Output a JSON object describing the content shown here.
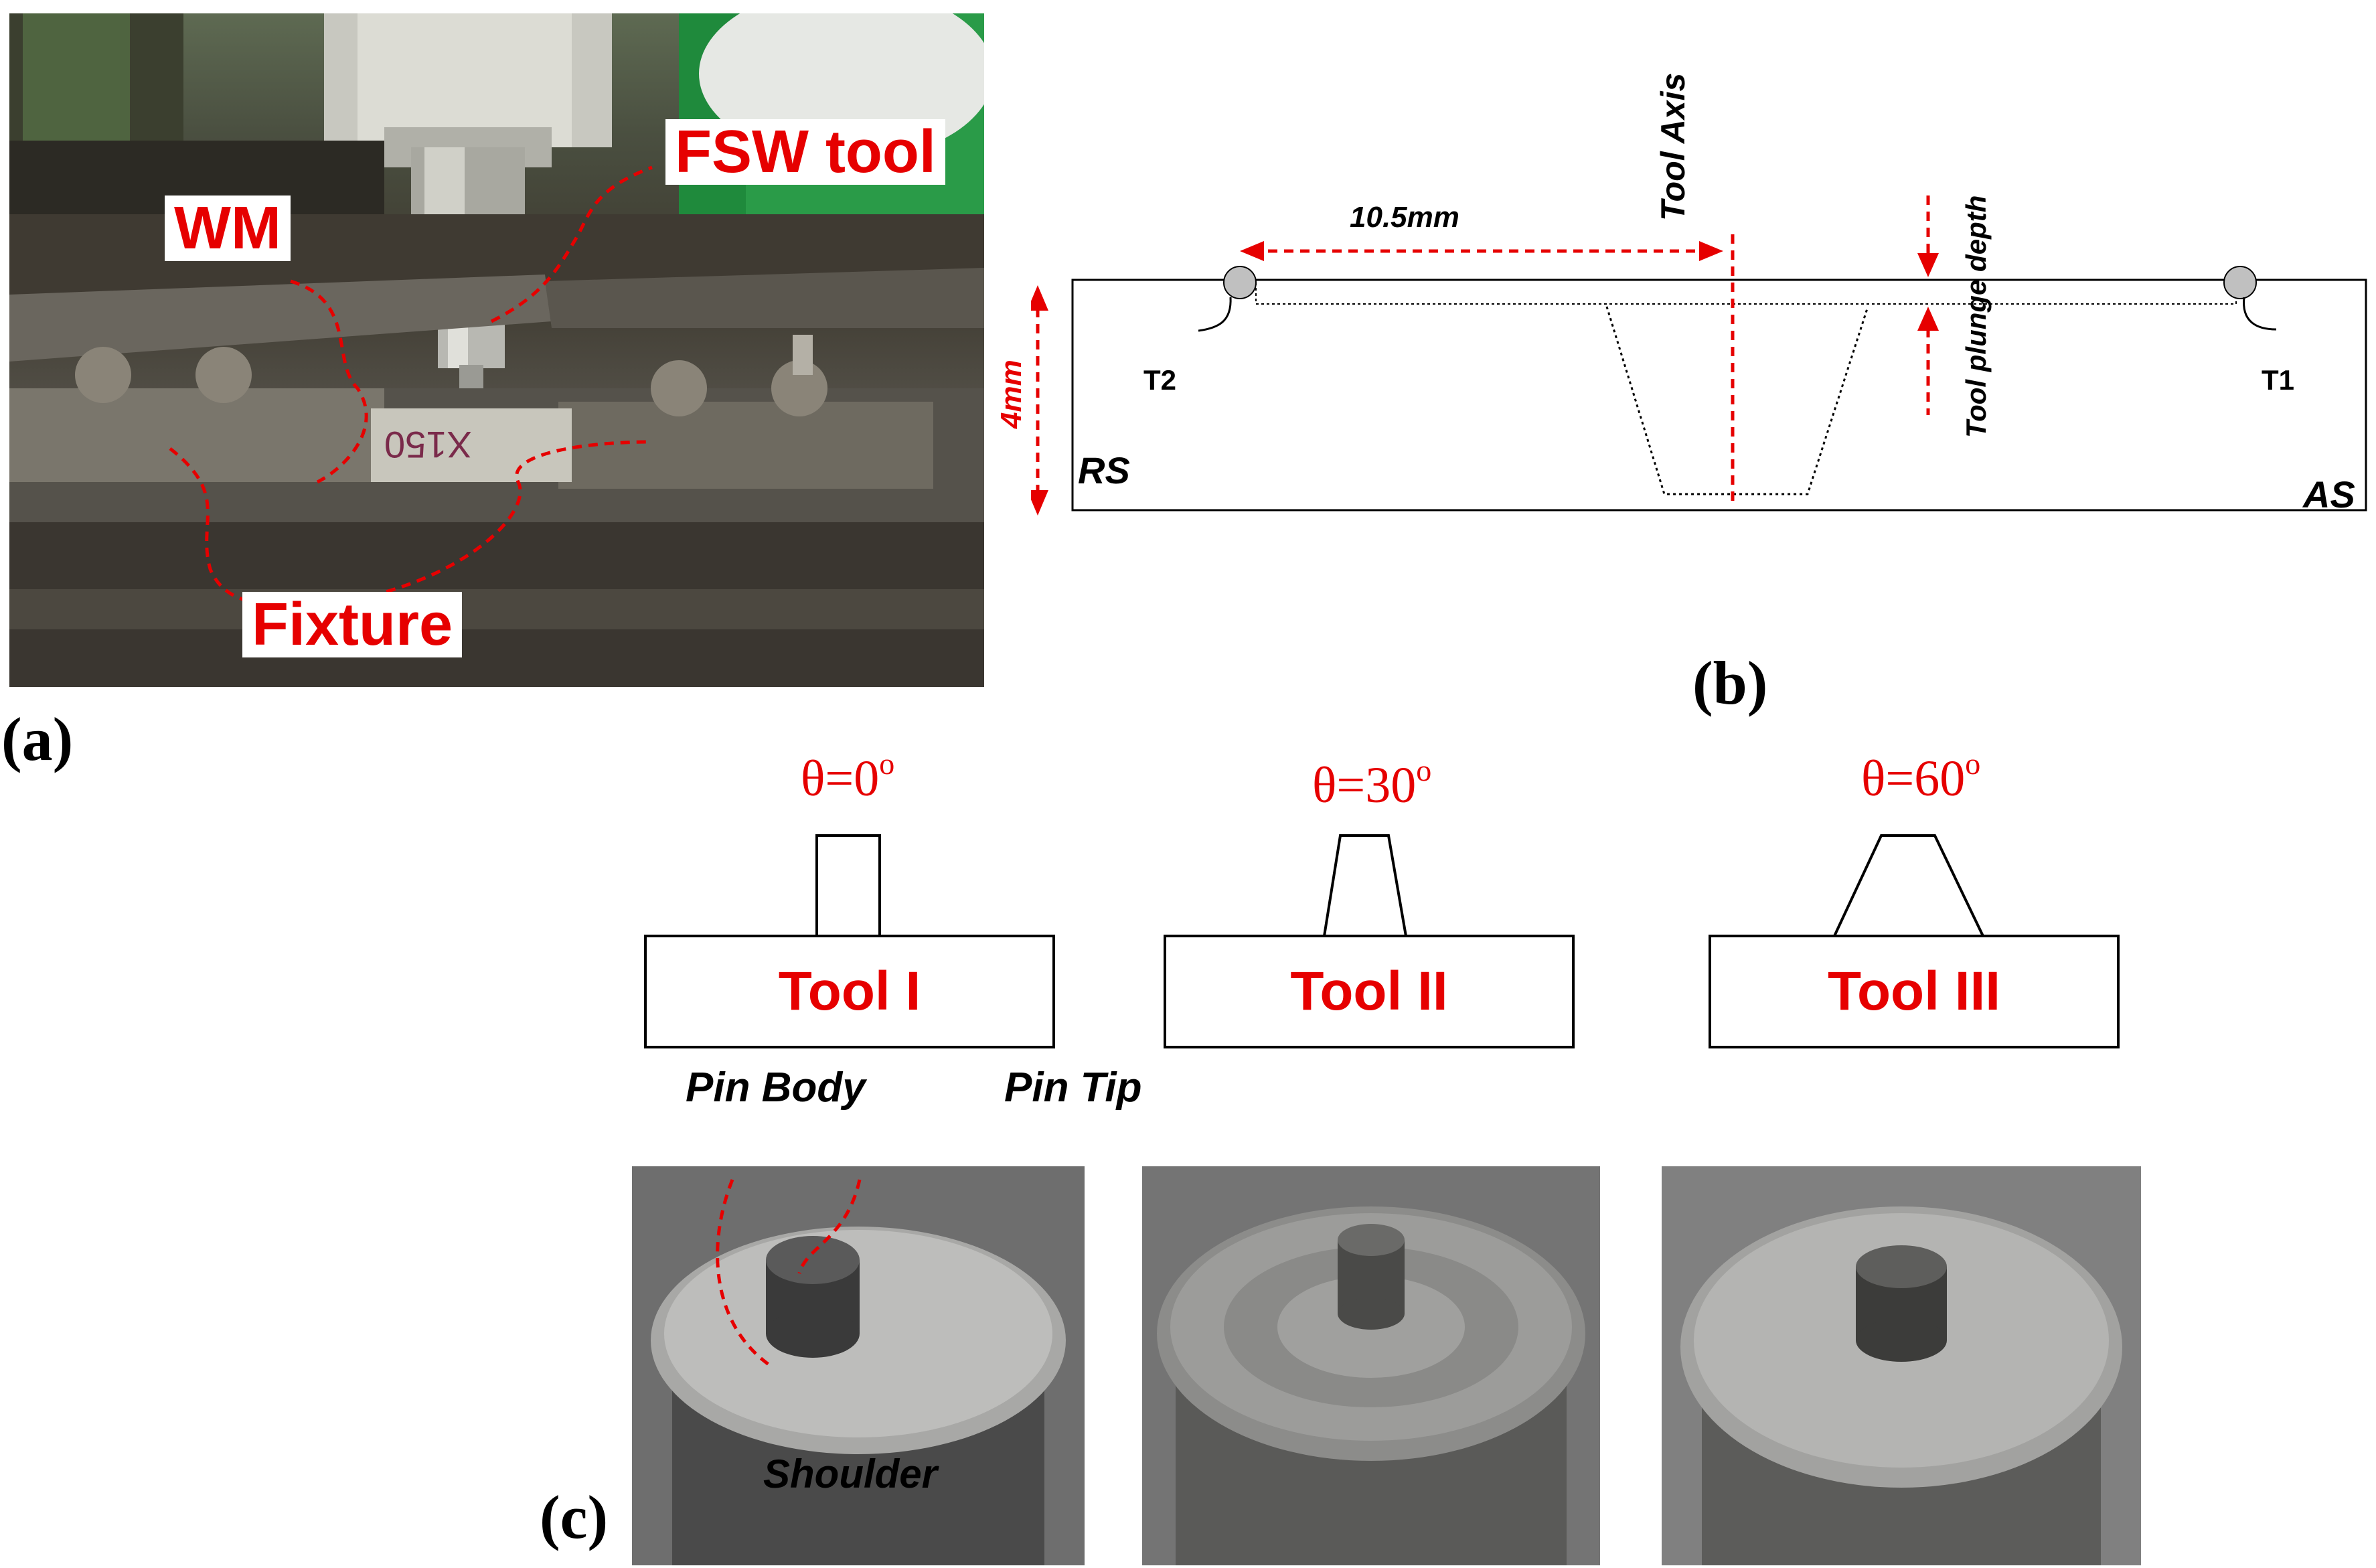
{
  "panel_a": {
    "letter": "(a)",
    "labels": {
      "fsw_tool": "FSW tool",
      "wm": "WM",
      "fixture": "Fixture"
    },
    "marking": "X150"
  },
  "panel_b": {
    "letter": "(b)",
    "distance": "10.5mm",
    "tool_axis": "Tool Axis",
    "plunge": "Tool plunge depth",
    "thickness": "4mm",
    "rs": "RS",
    "as": "AS",
    "t1": "T1",
    "t2": "T2"
  },
  "panel_c": {
    "letter": "(c)",
    "tools": [
      {
        "name": "Tool I",
        "theta": "θ=0",
        "deg": "o"
      },
      {
        "name": "Tool II",
        "theta": "θ=30",
        "deg": "o"
      },
      {
        "name": "Tool III",
        "theta": "θ=60",
        "deg": "o"
      }
    ],
    "pin_body": "Pin Body",
    "pin_tip": "Pin Tip",
    "shoulder": "Shoulder"
  },
  "colors": {
    "annotation": "#e60000",
    "outline": "#000000"
  }
}
